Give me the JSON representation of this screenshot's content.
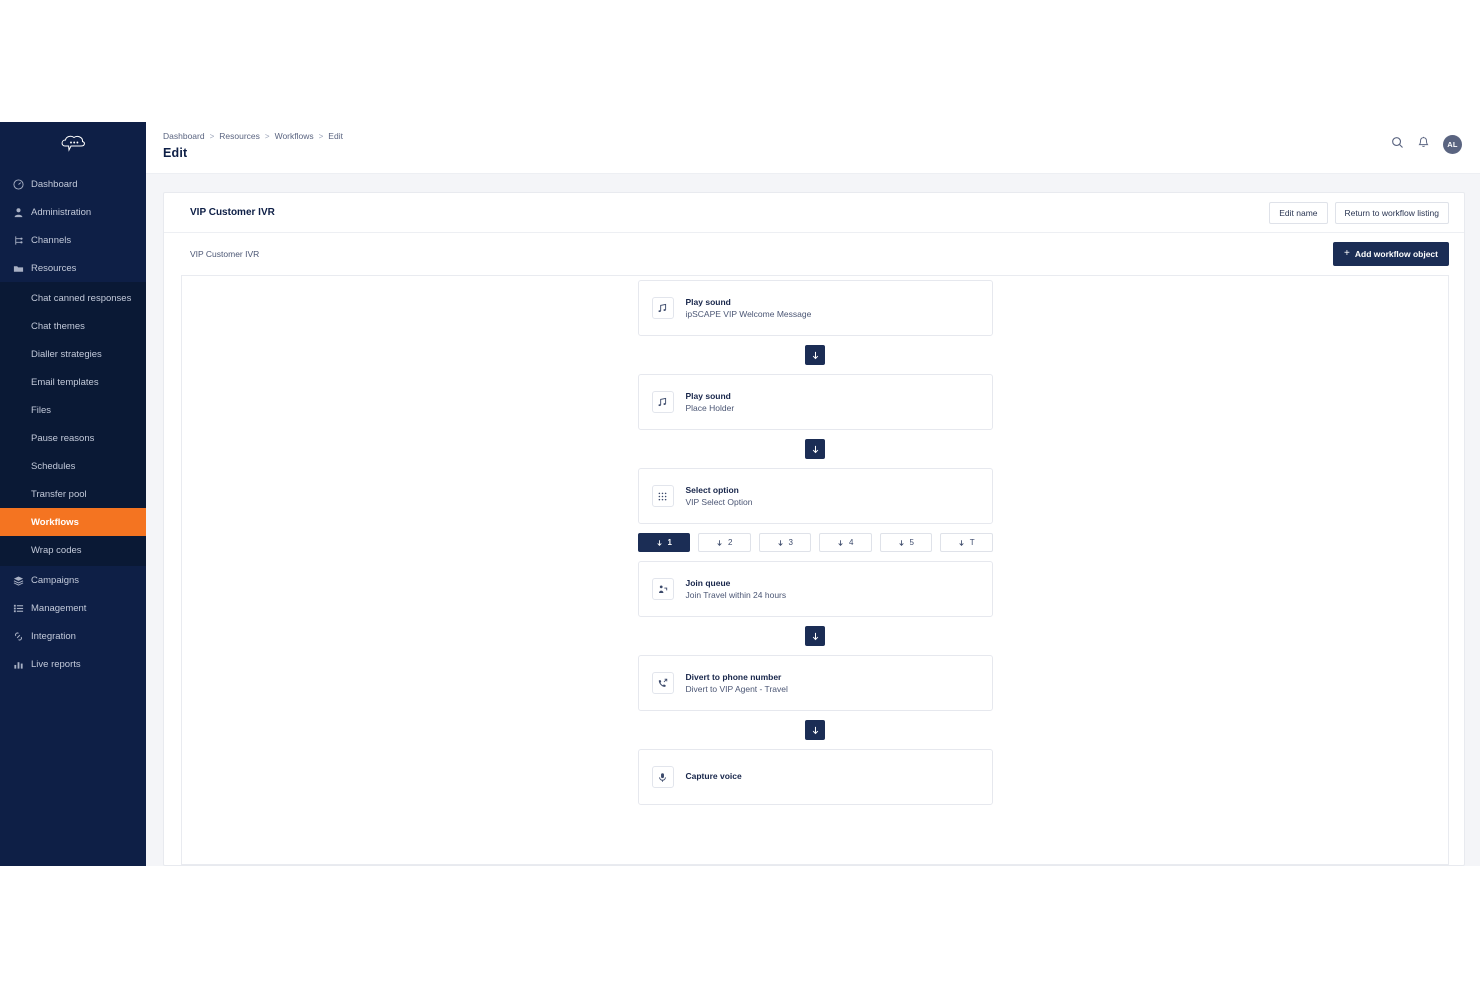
{
  "brand": {
    "logo_icon": "cloud-chat-logo",
    "sidebar_bg": "#0e1f46",
    "accent": "#f47421",
    "primary": "#1b2d55"
  },
  "sidebar": {
    "items": [
      {
        "label": "Dashboard",
        "icon": "dashboard-icon",
        "type": "main"
      },
      {
        "label": "Administration",
        "icon": "user-icon",
        "type": "main"
      },
      {
        "label": "Channels",
        "icon": "branch-icon",
        "type": "main"
      },
      {
        "label": "Resources",
        "icon": "folder-icon",
        "type": "main",
        "expanded": true
      }
    ],
    "resources_children": [
      {
        "label": "Chat canned responses",
        "active": false
      },
      {
        "label": "Chat themes",
        "active": false
      },
      {
        "label": "Dialler strategies",
        "active": false
      },
      {
        "label": "Email templates",
        "active": false
      },
      {
        "label": "Files",
        "active": false
      },
      {
        "label": "Pause reasons",
        "active": false
      },
      {
        "label": "Schedules",
        "active": false
      },
      {
        "label": "Transfer pool",
        "active": false
      },
      {
        "label": "Workflows",
        "active": true
      },
      {
        "label": "Wrap codes",
        "active": false
      }
    ],
    "items_after": [
      {
        "label": "Campaigns",
        "icon": "layers-icon",
        "type": "main"
      },
      {
        "label": "Management",
        "icon": "list-icon",
        "type": "main"
      },
      {
        "label": "Integration",
        "icon": "link-icon",
        "type": "main"
      },
      {
        "label": "Live reports",
        "icon": "bar-chart-icon",
        "type": "main"
      }
    ]
  },
  "topbar": {
    "breadcrumbs": [
      "Dashboard",
      "Resources",
      "Workflows",
      "Edit"
    ],
    "separator": ">",
    "page_title": "Edit",
    "search_icon": "search-icon",
    "bell_icon": "bell-icon",
    "avatar_initials": "AL"
  },
  "card": {
    "title": "VIP Customer IVR",
    "edit_name_label": "Edit name",
    "return_label": "Return to workflow listing",
    "sub_title": "VIP Customer IVR",
    "add_object_label": "Add workflow object",
    "add_object_plus": "+"
  },
  "flow": {
    "nodes": [
      {
        "title": "Play sound",
        "desc": "ipSCAPE VIP Welcome Message",
        "icon": "music-note-icon"
      },
      {
        "title": "Play sound",
        "desc": "Place Holder",
        "icon": "music-note-icon"
      },
      {
        "title": "Select option",
        "desc": "VIP Select Option",
        "icon": "keypad-grid-icon"
      },
      {
        "title": "Join queue",
        "desc": "Join Travel within 24 hours",
        "icon": "queue-person-icon"
      },
      {
        "title": "Divert to phone number",
        "desc": "Divert to VIP Agent - Travel",
        "icon": "phone-forward-icon"
      },
      {
        "title": "Capture voice",
        "desc": "",
        "icon": "microphone-icon"
      }
    ],
    "branches": [
      {
        "label": "1",
        "active": true
      },
      {
        "label": "2",
        "active": false
      },
      {
        "label": "3",
        "active": false
      },
      {
        "label": "4",
        "active": false
      },
      {
        "label": "5",
        "active": false
      },
      {
        "label": "T",
        "active": false
      }
    ],
    "connector_icon": "arrow-down-icon"
  }
}
